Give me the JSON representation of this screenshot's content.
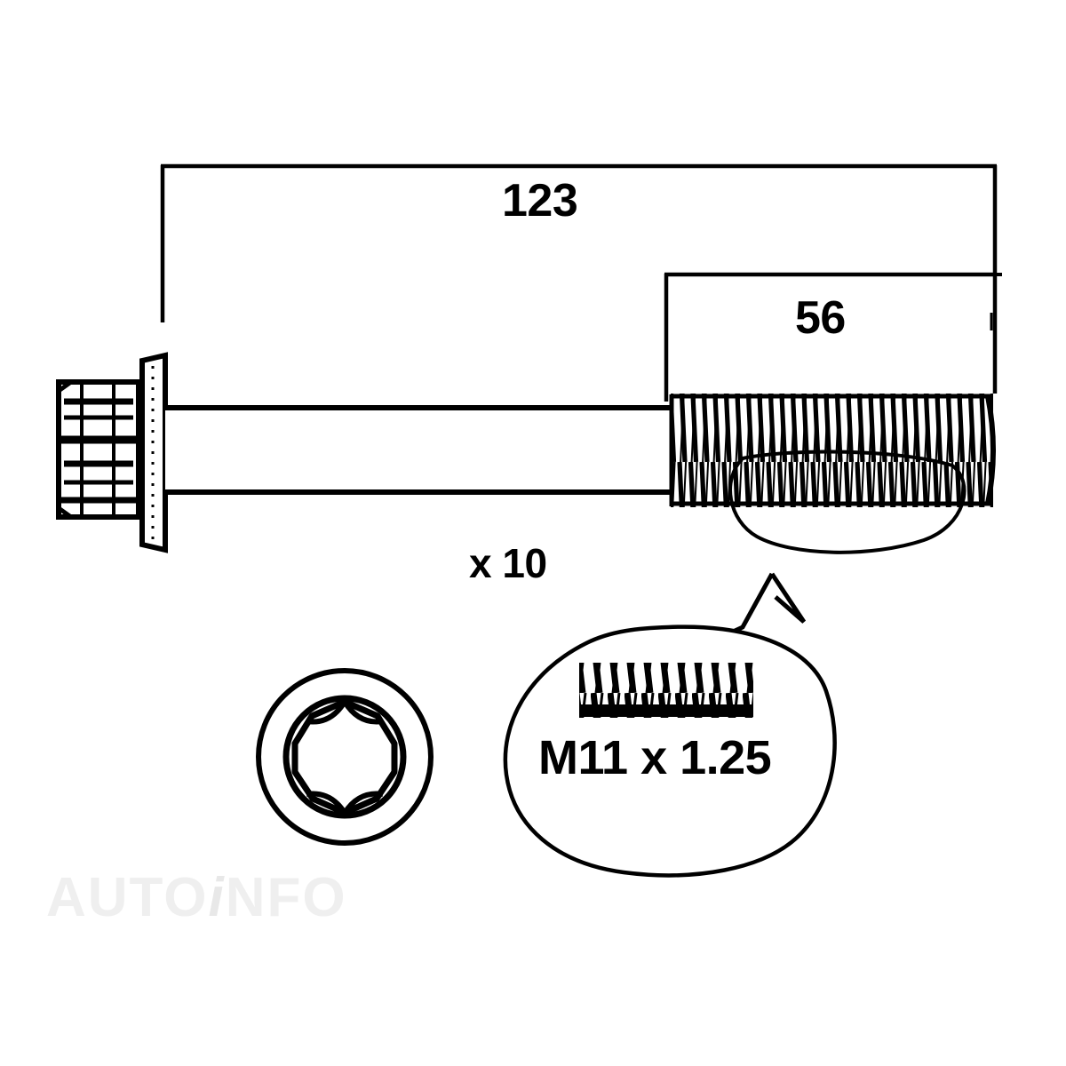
{
  "drawing": {
    "title": "Cylinder head bolt set technical drawing",
    "background_color": "#ffffff",
    "line_color": "#000000",
    "part_type": "flanged multi-point (Torx) head bolt"
  },
  "dimensions": {
    "overall_length": "123",
    "thread_length": "56"
  },
  "quantity": {
    "label": "x 10"
  },
  "callout": {
    "thread_spec": "M11 x 1.25",
    "detail_graphic": "thread-profile"
  },
  "end_view": {
    "name": "torx-head-end-view"
  },
  "watermark": {
    "prefix": "AUTO",
    "accent": "i",
    "suffix": "NFO",
    "color": "#efefef"
  }
}
